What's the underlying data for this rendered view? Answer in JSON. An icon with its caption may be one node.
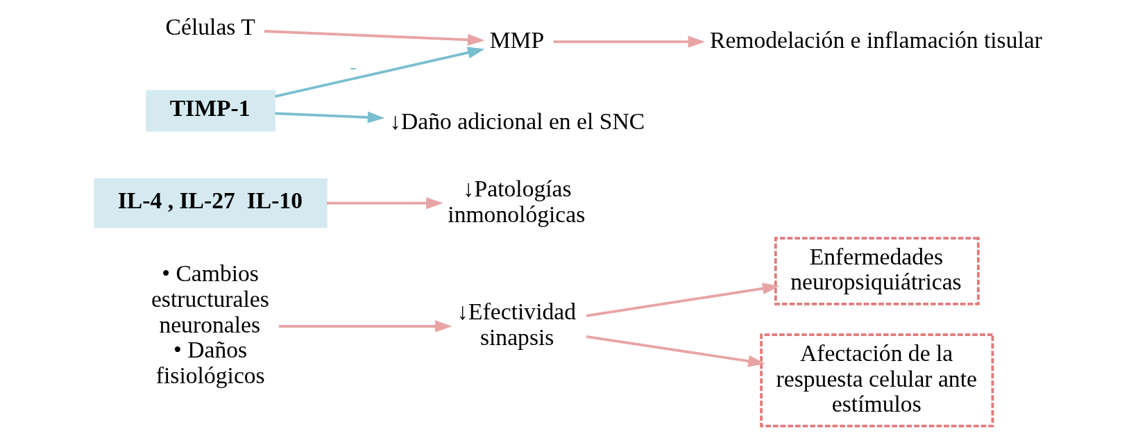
{
  "diagram": {
    "nodes": [
      {
        "text": [
          "• Cambios estructurales neuronales",
          "• Daños fisiológicos"
        ]
      },
      {
        "text": [
          "↓Efectividad sinapsis"
        ]
      },
      {
        "text": [
          "Enfermedades neuropsiquiátricas"
        ]
      },
      {
        "text": [
          "Afectación de la respuesta celular ante estímulos"
        ]
      },
      {
        "text": [
          "IL-4 , IL-27  IL-10"
        ]
      },
      {
        "text": [
          "↓Patologías inmonológicas"
        ]
      },
      {
        "text": [
          "Células T"
        ]
      },
      {
        "text": [
          "MMP"
        ]
      },
      {
        "text": [
          "Remodelación e inflamación tisular"
        ]
      },
      {
        "text": [
          "TIMP-1"
        ]
      },
      {
        "text": [
          "↓Daño adicional en el SNC"
        ]
      }
    ],
    "edges": [
      {
        "from": 0,
        "to": 1,
        "arrow": "to"
      },
      {
        "from": 1,
        "to": 2,
        "arrow": "to"
      },
      {
        "from": 1,
        "to": 3,
        "arrow": "to"
      },
      {
        "from": 4,
        "to": 5,
        "arrow": "to"
      },
      {
        "from": 6,
        "to": 7,
        "arrow": "to"
      },
      {
        "from": 7,
        "to": 8,
        "arrow": "to"
      },
      {
        "from": 9,
        "to": 7,
        "arrow": "to",
        "label": "-",
        "color": "#7bbfcf"
      },
      {
        "from": 9,
        "to": 10,
        "arrow": "to",
        "color": "#7bbfcf"
      }
    ]
  }
}
